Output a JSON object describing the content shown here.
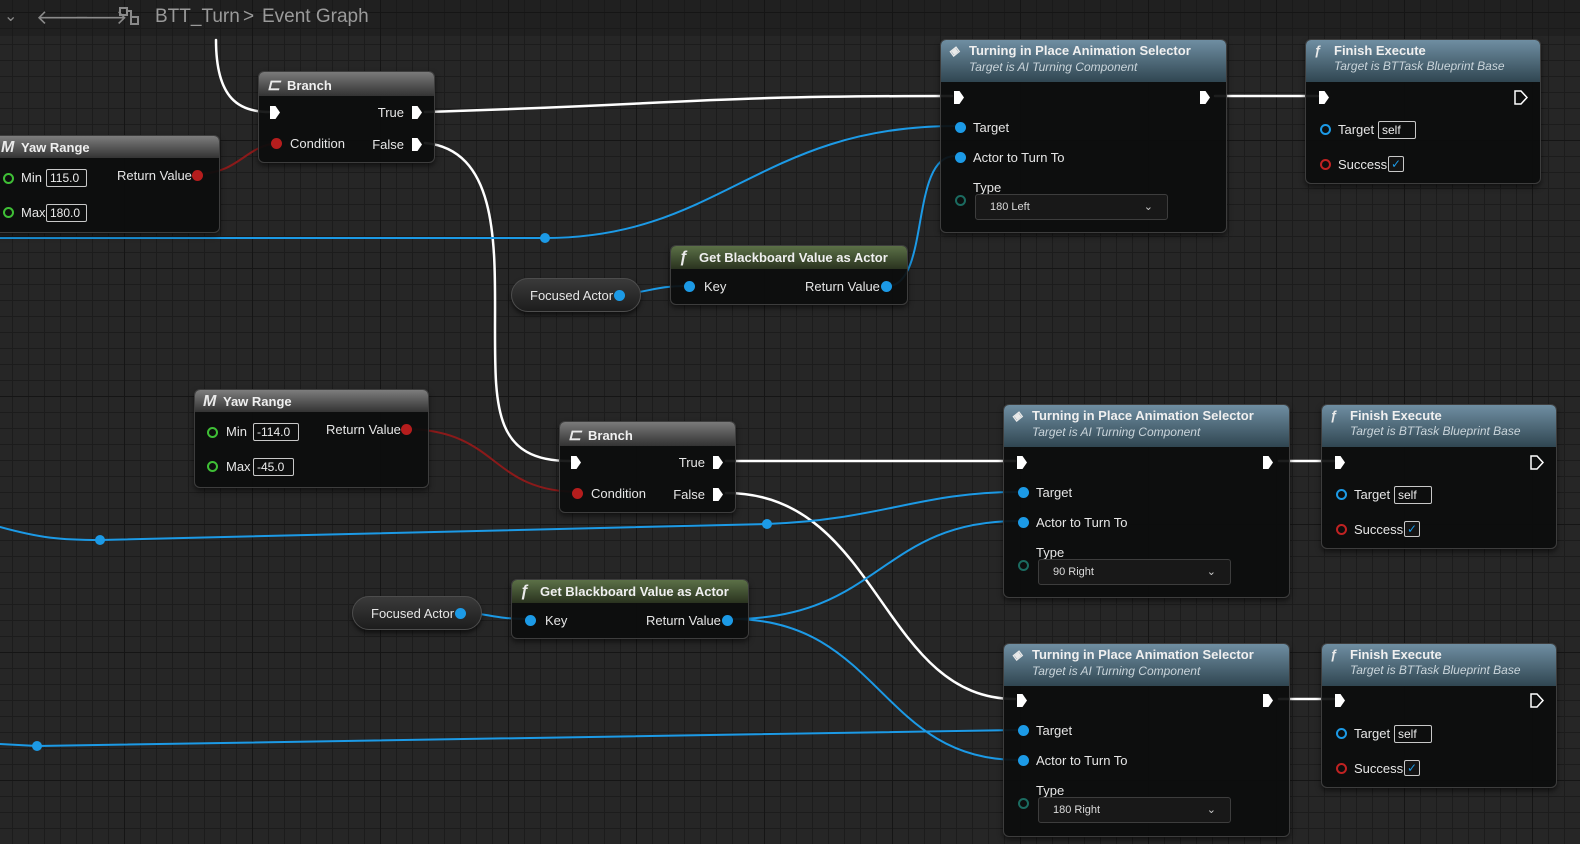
{
  "toolbar": {
    "asset_name": "BTT_Turn",
    "separator": ">",
    "graph_name": "Event Graph",
    "icons": [
      "chevron-down-icon",
      "back-arrow-icon",
      "forward-arrow-icon",
      "graph-icon"
    ]
  },
  "colors": {
    "exec_wire": "#ffffff",
    "object_wire": "#1c9ae6",
    "bool_wire": "#8b1a1a",
    "bool_pin": "#b51d1d",
    "float_pin": "#3fbf36",
    "function_header": "#5b7047",
    "ai_header": "#6f8ea2"
  },
  "branch_nodes": [
    {
      "title": "Branch",
      "cond_label": "Condition",
      "true_label": "True",
      "false_label": "False"
    },
    {
      "title": "Branch",
      "cond_label": "Condition",
      "true_label": "True",
      "false_label": "False"
    }
  ],
  "yaw_nodes": [
    {
      "title": "Yaw Range",
      "min_label": "Min",
      "min_value": "115.0",
      "max_label": "Max",
      "max_value": "180.0",
      "return_label": "Return Value"
    },
    {
      "title": "Yaw Range",
      "min_label": "Min",
      "min_value": "-114.0",
      "max_label": "Max",
      "max_value": "-45.0",
      "return_label": "Return Value"
    }
  ],
  "variables": [
    {
      "label": "Focused Actor"
    },
    {
      "label": "Focused Actor"
    }
  ],
  "blackboard_nodes": [
    {
      "title": "Get Blackboard Value as Actor",
      "key_label": "Key",
      "return_label": "Return Value"
    },
    {
      "title": "Get Blackboard Value as Actor",
      "key_label": "Key",
      "return_label": "Return Value"
    }
  ],
  "selector_nodes": [
    {
      "title": "Turning in Place Animation Selector",
      "subtitle": "Target is AI Turning Component",
      "target_label": "Target",
      "actor_label": "Actor to Turn To",
      "type_label": "Type",
      "type_value": "180 Left"
    },
    {
      "title": "Turning in Place Animation Selector",
      "subtitle": "Target is AI Turning Component",
      "target_label": "Target",
      "actor_label": "Actor to Turn To",
      "type_label": "Type",
      "type_value": "90 Right"
    },
    {
      "title": "Turning in Place Animation Selector",
      "subtitle": "Target is AI Turning Component",
      "target_label": "Target",
      "actor_label": "Actor to Turn To",
      "type_label": "Type",
      "type_value": "180 Right"
    }
  ],
  "finish_nodes": [
    {
      "title": "Finish Execute",
      "subtitle": "Target is BTTask Blueprint Base",
      "target_label": "Target",
      "target_value": "self",
      "success_label": "Success",
      "success_checked": true
    },
    {
      "title": "Finish Execute",
      "subtitle": "Target is BTTask Blueprint Base",
      "target_label": "Target",
      "target_value": "self",
      "success_label": "Success",
      "success_checked": true
    },
    {
      "title": "Finish Execute",
      "subtitle": "Target is BTTask Blueprint Base",
      "target_label": "Target",
      "target_value": "self",
      "success_label": "Success",
      "success_checked": true
    }
  ]
}
